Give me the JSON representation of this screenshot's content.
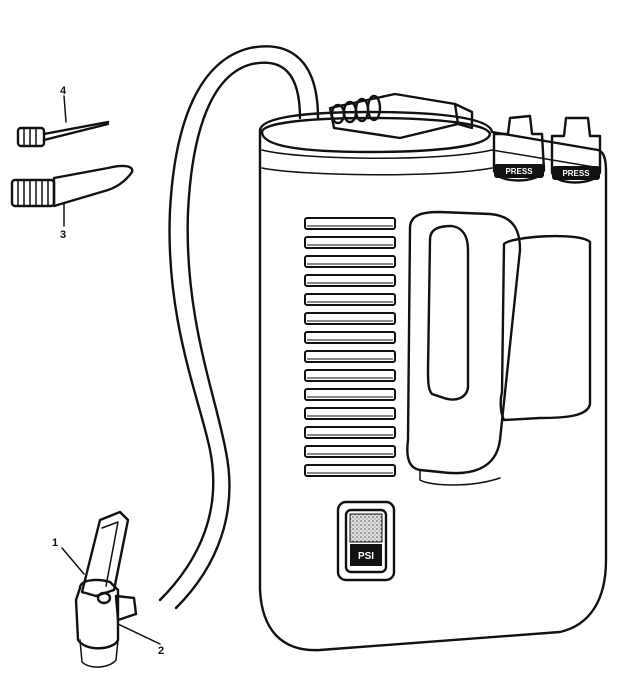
{
  "callouts": [
    {
      "id": "1",
      "label": "1"
    },
    {
      "id": "2",
      "label": "2"
    },
    {
      "id": "3",
      "label": "3"
    },
    {
      "id": "4",
      "label": "4"
    }
  ],
  "buttons": {
    "press_left": "PRESS",
    "press_right": "PRESS",
    "gauge": "PSI"
  },
  "colors": {
    "ink": "#111111",
    "paper": "#ffffff"
  }
}
